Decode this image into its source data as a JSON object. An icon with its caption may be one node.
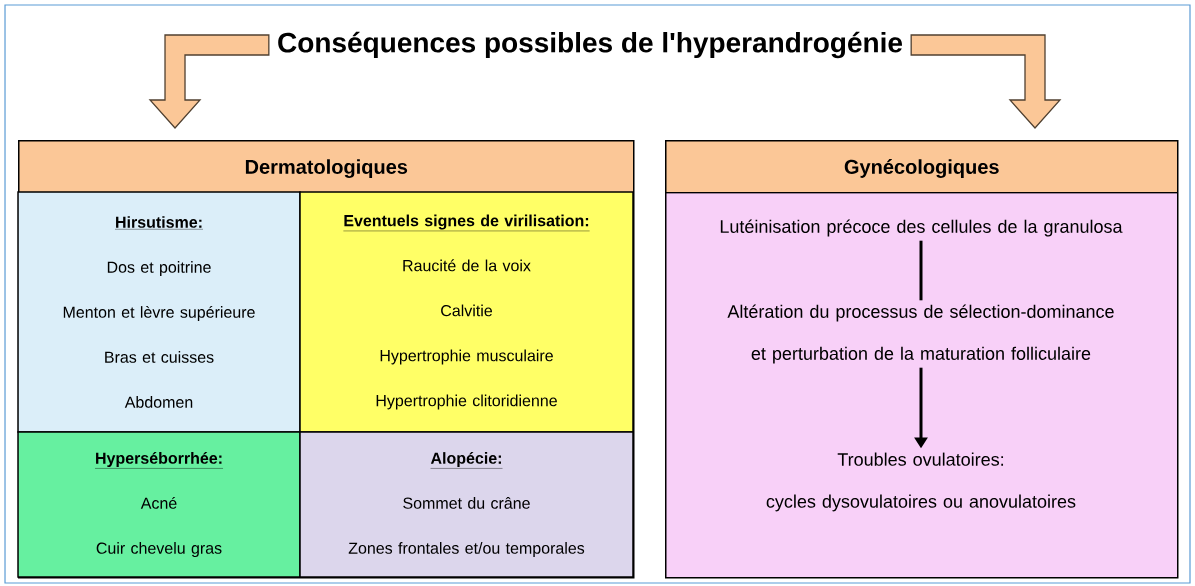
{
  "diagram": {
    "nodes": [
      {
        "text": [
          "Conséquences possibles de l'hyperandrogénie"
        ]
      },
      {
        "text": [
          "Dermatologiques"
        ]
      },
      {
        "text": [
          "Hirsutisme:",
          "Dos et poitrine",
          "Menton et lèvre supérieure",
          "Bras et cuisses",
          "Abdomen"
        ],
        "in": 1
      },
      {
        "text": [
          "Eventuels signes de virilisation:",
          "Raucité de la voix",
          "Calvitie",
          "Hypertrophie musculaire",
          "Hypertrophie clitoridienne"
        ],
        "in": 1
      },
      {
        "text": [
          "Hyperséborrhée:",
          "Acné",
          "Cuir chevelu gras"
        ],
        "in": 1
      },
      {
        "text": [
          "Alopécie:",
          "Sommet du crâne",
          "Zones frontales et/ou temporales"
        ],
        "in": 1
      },
      {
        "text": [
          "Gynécologiques"
        ]
      },
      {
        "text": [
          "Lutéinisation précoce des cellules de la granulosa"
        ],
        "in": 6
      },
      {
        "text": [
          "Altération du processus de sélection-dominance et perturbation de la maturation folliculaire"
        ],
        "in": 6
      },
      {
        "text": [
          "Troubles ovulatoires:",
          "cycles dysovulatoires ou anovulatoires"
        ],
        "in": 6
      }
    ],
    "edges": [
      {
        "from": 0,
        "to": 1,
        "arrow": "to",
        "style": "thick",
        "color": "#fbc797"
      },
      {
        "from": 0,
        "to": 6,
        "arrow": "to",
        "style": "thick",
        "color": "#fbc797"
      },
      {
        "from": 7,
        "to": 8,
        "arrow": "none"
      },
      {
        "from": 8,
        "to": 9,
        "arrow": "to"
      }
    ]
  }
}
